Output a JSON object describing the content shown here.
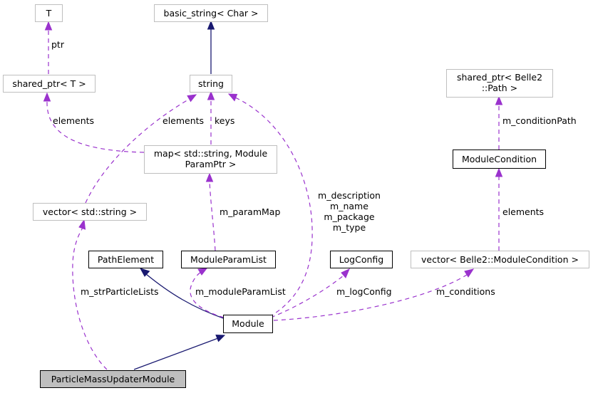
{
  "nodes": {
    "T": "T",
    "shared_ptr_t": "shared_ptr< T >",
    "basic_string": "basic_string< Char >",
    "string": "string",
    "shared_ptr_path": [
      "shared_ptr< Belle2",
      "::Path >"
    ],
    "module_condition": "ModuleCondition",
    "map": [
      "map< std::string, Module",
      "ParamPtr >"
    ],
    "vector_string": "vector< std::string >",
    "path_element": "PathElement",
    "module_param_list": "ModuleParamList",
    "log_config": "LogConfig",
    "vector_condition": "vector< Belle2::ModuleCondition >",
    "module": "Module",
    "focus": "ParticleMassUpdaterModule"
  },
  "edge_labels": {
    "ptr": "ptr",
    "elements_left": "elements",
    "elements_mid": "elements",
    "keys": "keys",
    "m_conditionPath": "m_conditionPath",
    "m_description": [
      "m_description",
      "m_name",
      "m_package",
      "m_type"
    ],
    "m_paramMap": "m_paramMap",
    "elements_right": "elements",
    "m_strParticleLists": "m_strParticleLists",
    "m_moduleParamList": "m_moduleParamList",
    "m_logConfig": "m_logConfig",
    "m_conditions": "m_conditions"
  },
  "colors": {
    "inheritance": "#191970",
    "usage": "#9a32cd",
    "node_border_gray": "#bfbfbf",
    "focus_fill": "#bfbfbf"
  }
}
